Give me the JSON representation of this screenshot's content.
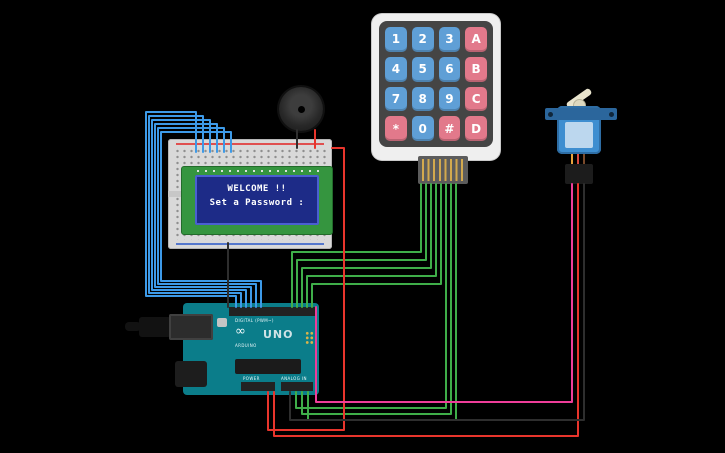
{
  "lcd_display": {
    "line1": "WELCOME !!",
    "line2": "Set a Password :"
  },
  "keypad": {
    "keys": [
      "1",
      "2",
      "3",
      "A",
      "4",
      "5",
      "6",
      "B",
      "7",
      "8",
      "9",
      "C",
      "*",
      "0",
      "#",
      "D"
    ]
  },
  "arduino": {
    "brand": "ARDUINO",
    "model": "UNO",
    "logo": "∞",
    "label_digital": "DIGITAL (PWM~)",
    "label_power": "POWER",
    "label_analog": "ANALOG IN"
  },
  "colors": {
    "wire_blue": "#3d9ae8",
    "wire_green": "#3fae49",
    "wire_red": "#e8352c",
    "wire_pink": "#ef3d9a",
    "wire_dark": "#2e2e2e",
    "key_number": "#5f9fd6",
    "key_letter": "#e2798b",
    "board_teal": "#0b7d8a",
    "lcd_screen": "#1d2b87"
  }
}
